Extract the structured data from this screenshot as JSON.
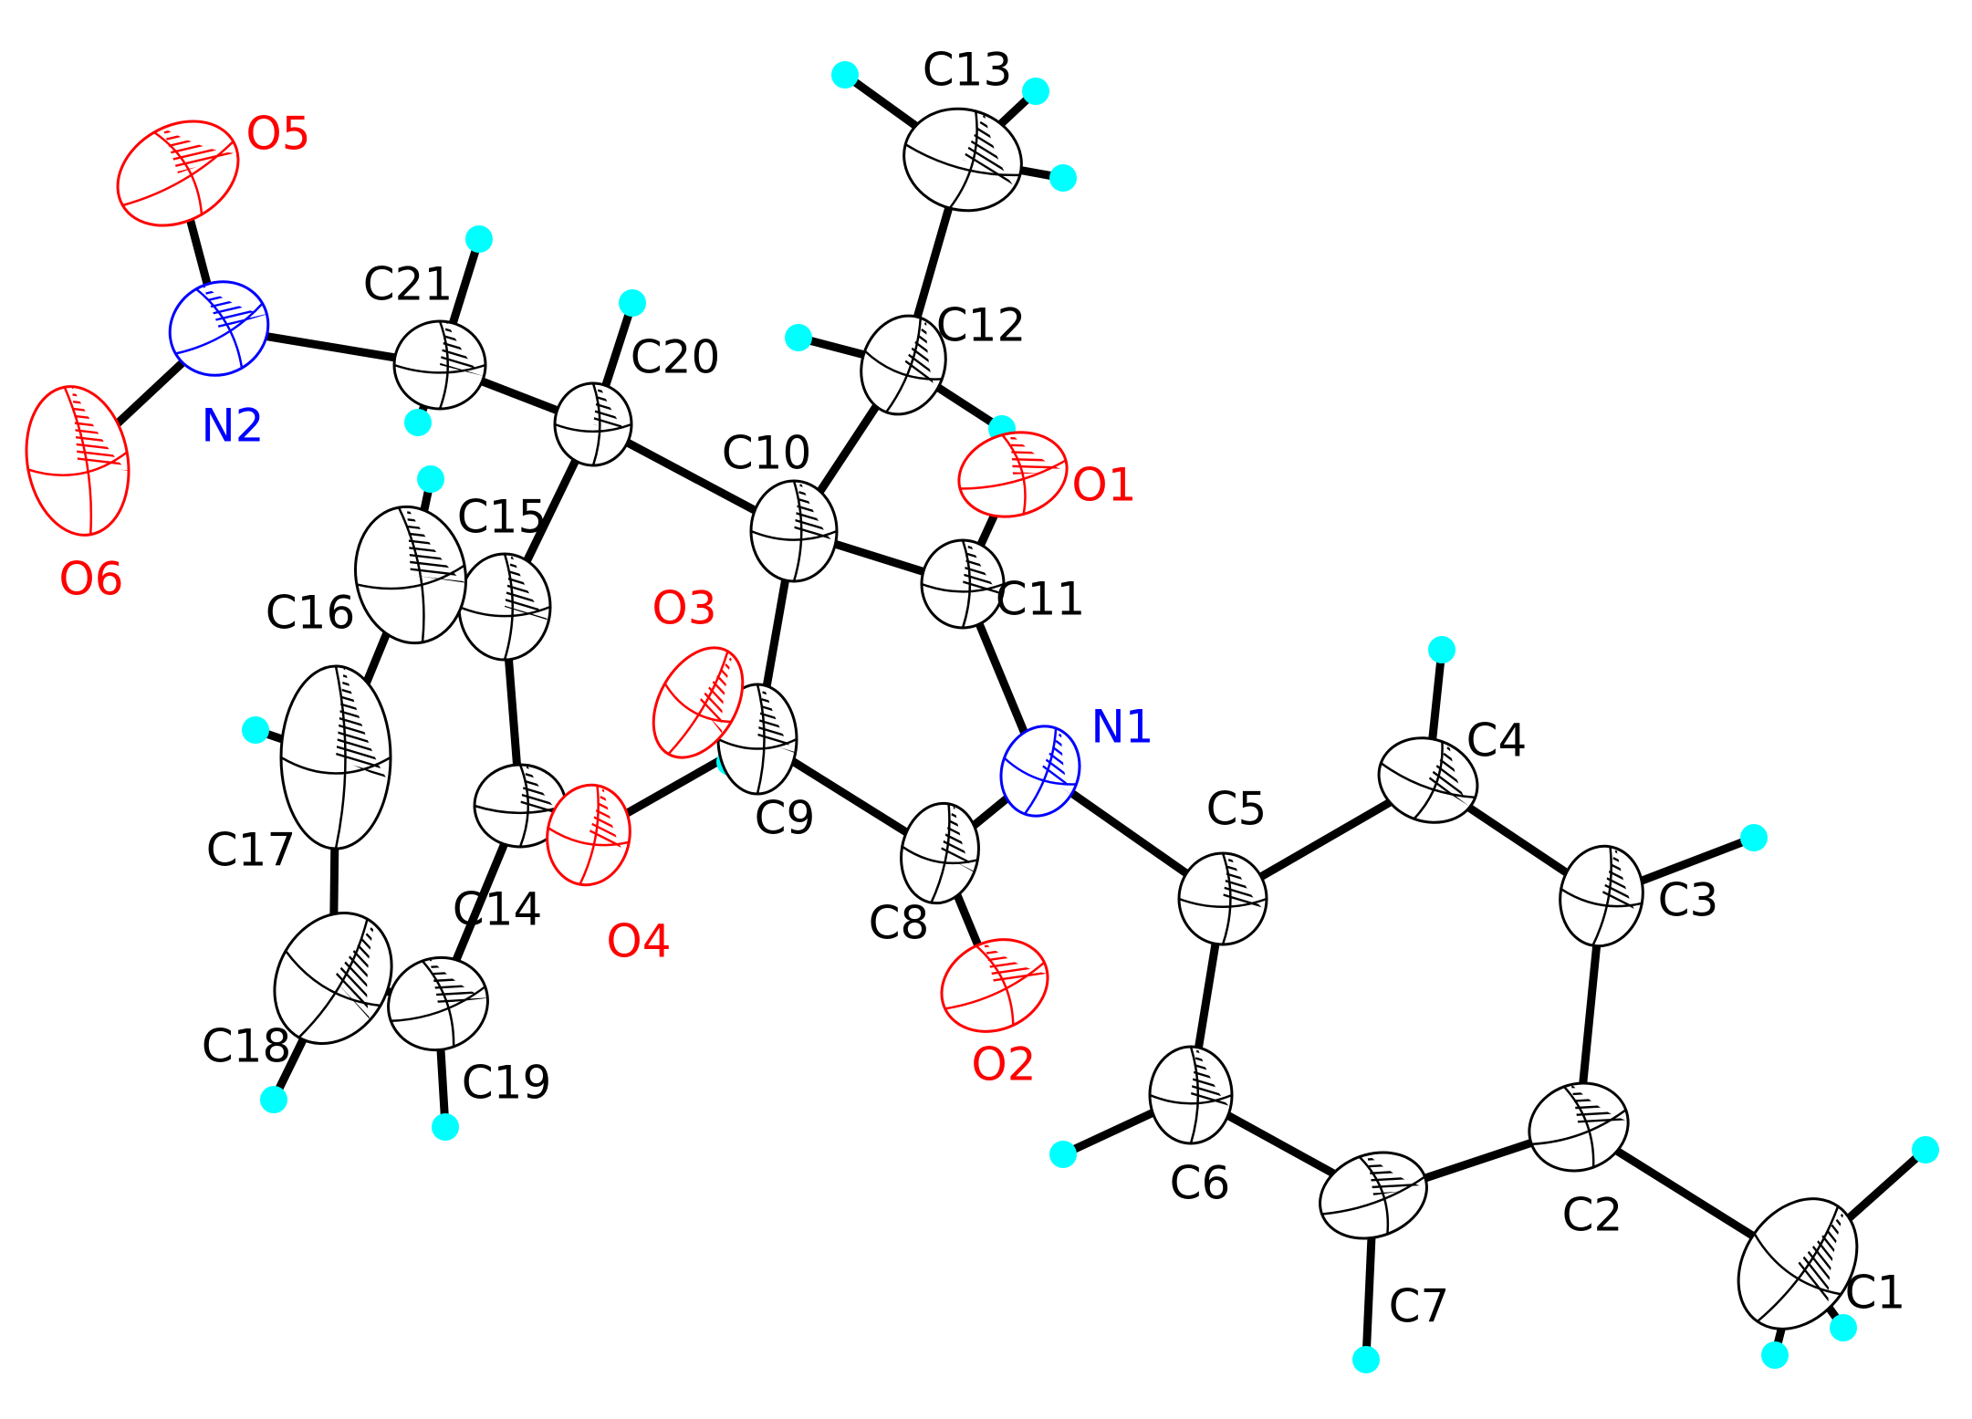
{
  "colors": {
    "C": "#000000",
    "O": "#ff0000",
    "N": "#0000ff",
    "H": "#00ffff",
    "bond": "#000000",
    "background": "#ffffff"
  },
  "atoms": [
    {
      "id": "C1",
      "label": "C1",
      "element": "C"
    },
    {
      "id": "C2",
      "label": "C2",
      "element": "C"
    },
    {
      "id": "C3",
      "label": "C3",
      "element": "C"
    },
    {
      "id": "C4",
      "label": "C4",
      "element": "C"
    },
    {
      "id": "C5",
      "label": "C5",
      "element": "C"
    },
    {
      "id": "C6",
      "label": "C6",
      "element": "C"
    },
    {
      "id": "C7",
      "label": "C7",
      "element": "C"
    },
    {
      "id": "C8",
      "label": "C8",
      "element": "C"
    },
    {
      "id": "C9",
      "label": "C9",
      "element": "C"
    },
    {
      "id": "C10",
      "label": "C10",
      "element": "C"
    },
    {
      "id": "C11",
      "label": "C11",
      "element": "C"
    },
    {
      "id": "C12",
      "label": "C12",
      "element": "C"
    },
    {
      "id": "C13",
      "label": "C13",
      "element": "C"
    },
    {
      "id": "C14",
      "label": "C14",
      "element": "C"
    },
    {
      "id": "C15",
      "label": "C15",
      "element": "C"
    },
    {
      "id": "C16",
      "label": "C16",
      "element": "C"
    },
    {
      "id": "C17",
      "label": "C17",
      "element": "C"
    },
    {
      "id": "C18",
      "label": "C18",
      "element": "C"
    },
    {
      "id": "C19",
      "label": "C19",
      "element": "C"
    },
    {
      "id": "C20",
      "label": "C20",
      "element": "C"
    },
    {
      "id": "C21",
      "label": "C21",
      "element": "C"
    },
    {
      "id": "N1",
      "label": "N1",
      "element": "N"
    },
    {
      "id": "N2",
      "label": "N2",
      "element": "N"
    },
    {
      "id": "O1",
      "label": "O1",
      "element": "O"
    },
    {
      "id": "O2",
      "label": "O2",
      "element": "O"
    },
    {
      "id": "O3",
      "label": "O3",
      "element": "O"
    },
    {
      "id": "O4",
      "label": "O4",
      "element": "O"
    },
    {
      "id": "O5",
      "label": "O5",
      "element": "O"
    },
    {
      "id": "O6",
      "label": "O6",
      "element": "O"
    }
  ],
  "bonds": [
    [
      "C1",
      "C2"
    ],
    [
      "C2",
      "C3"
    ],
    [
      "C3",
      "C4"
    ],
    [
      "C4",
      "C5"
    ],
    [
      "C5",
      "C6"
    ],
    [
      "C6",
      "C7"
    ],
    [
      "C7",
      "C2"
    ],
    [
      "C5",
      "N1"
    ],
    [
      "N1",
      "C8"
    ],
    [
      "N1",
      "C11"
    ],
    [
      "C8",
      "O2"
    ],
    [
      "C8",
      "C9"
    ],
    [
      "C9",
      "O3"
    ],
    [
      "C9",
      "C10"
    ],
    [
      "C9",
      "O4"
    ],
    [
      "C10",
      "C11"
    ],
    [
      "C11",
      "O1"
    ],
    [
      "C10",
      "C12"
    ],
    [
      "C12",
      "C13"
    ],
    [
      "C10",
      "C20"
    ],
    [
      "C20",
      "C15"
    ],
    [
      "C20",
      "C21"
    ],
    [
      "C21",
      "N2"
    ],
    [
      "N2",
      "O5"
    ],
    [
      "N2",
      "O6"
    ],
    [
      "C15",
      "C14"
    ],
    [
      "C15",
      "C16"
    ],
    [
      "C16",
      "C17"
    ],
    [
      "C17",
      "C18"
    ],
    [
      "C18",
      "C19"
    ],
    [
      "C19",
      "C14"
    ],
    [
      "C14",
      "O4"
    ]
  ],
  "hydrogens": [
    {
      "parent": "C1"
    },
    {
      "parent": "C1"
    },
    {
      "parent": "C1"
    },
    {
      "parent": "C3"
    },
    {
      "parent": "C4"
    },
    {
      "parent": "C6"
    },
    {
      "parent": "C7"
    },
    {
      "parent": "C9"
    },
    {
      "parent": "C12"
    },
    {
      "parent": "C12"
    },
    {
      "parent": "C13"
    },
    {
      "parent": "C13"
    },
    {
      "parent": "C13"
    },
    {
      "parent": "C16"
    },
    {
      "parent": "C17"
    },
    {
      "parent": "C18"
    },
    {
      "parent": "C19"
    },
    {
      "parent": "C20"
    },
    {
      "parent": "C21"
    },
    {
      "parent": "C21"
    }
  ]
}
